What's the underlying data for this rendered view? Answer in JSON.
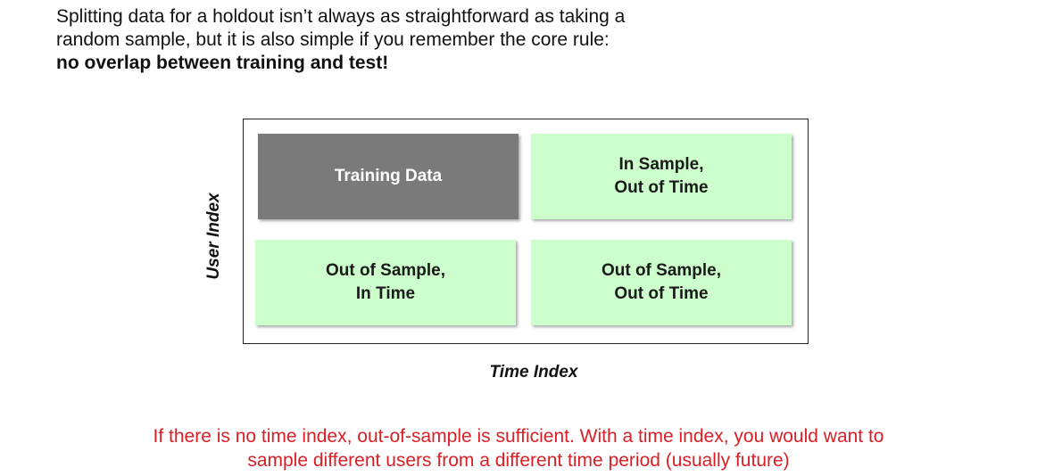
{
  "intro": {
    "line1": "Splitting data for a holdout  isn’t always as straightforward as taking a",
    "line2": "random sample, but it is also simple if you remember  the core rule:",
    "line3": "no overlap between training and test!"
  },
  "diagram": {
    "cells": [
      {
        "line1": "Training Data",
        "line2": ""
      },
      {
        "line1": "In Sample,",
        "line2": "Out of Time"
      },
      {
        "line1": "Out of Sample,",
        "line2": "In Time"
      },
      {
        "line1": "Out of Sample,",
        "line2": "Out of Time"
      }
    ],
    "y_axis_label": "User Index",
    "x_axis_label": "Time Index"
  },
  "note": {
    "line1": "If there is no time index, out-of-sample is sufficient. With a time index, you would want to",
    "line2": "sample different users from a different time period (usually future)"
  },
  "colors": {
    "training_cell": "#7a7a7a",
    "holdout_cell": "#ccffcc",
    "note_text": "#d92027"
  }
}
